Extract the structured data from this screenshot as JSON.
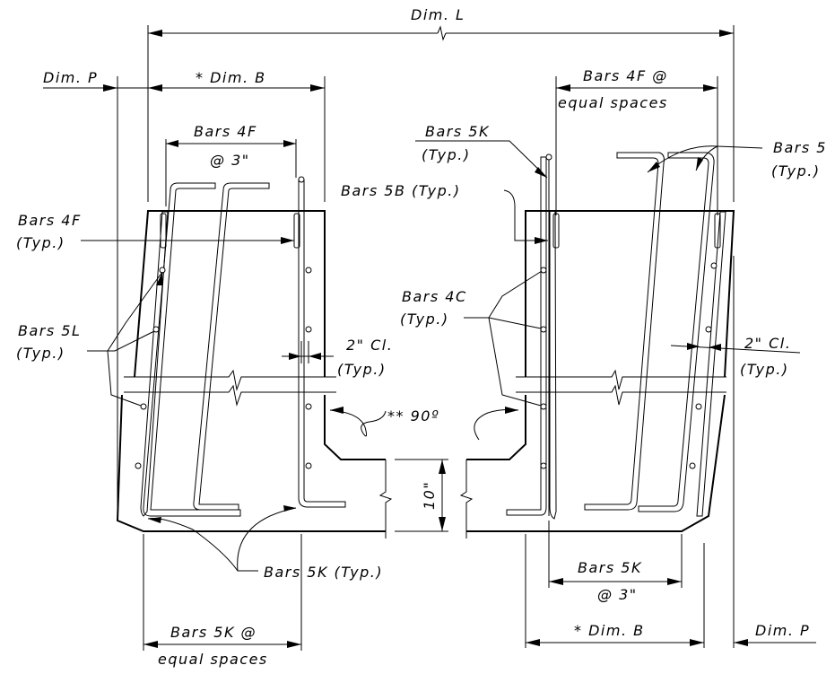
{
  "labels": {
    "dim_l": "Dim. L",
    "dim_p_left": "Dim. P",
    "dim_b_left": "* Dim. B",
    "bars_4f_equal_1": "Bars 4F @",
    "bars_4f_equal_2": "equal spaces",
    "bars_5k_typ_top_1": "Bars 5K",
    "bars_5k_typ_top_2": "(Typ.)",
    "bars_5_right_1": "Bars 5",
    "bars_5_right_2": "(Typ.)",
    "bars_4f_at3_1": "Bars 4F",
    "bars_4f_at3_2": "@ 3\"",
    "bars_5b_typ": "Bars 5B (Typ.)",
    "bars_4f_typ_1": "Bars 4F",
    "bars_4f_typ_2": "(Typ.)",
    "bars_4c_typ_1": "Bars 4C",
    "bars_4c_typ_2": "(Typ.)",
    "bars_5l_typ_1": "Bars 5L",
    "bars_5l_typ_2": "(Typ.)",
    "clear_left_1": "2\" Cl.",
    "clear_left_2": "(Typ.)",
    "clear_right_1": "2\" Cl.",
    "clear_right_2": "(Typ.)",
    "angle_90": "** 90º",
    "ten_in": "10\"",
    "bars_5k_typ_bottom": "Bars 5K (Typ.)",
    "bars_5k_at3_1": "Bars 5K",
    "bars_5k_at3_2": "@ 3\"",
    "bars_5k_equal_1": "Bars 5K @",
    "bars_5k_equal_2": "equal spaces",
    "dim_b_right": "* Dim. B",
    "dim_p_right": "Dim. P"
  }
}
